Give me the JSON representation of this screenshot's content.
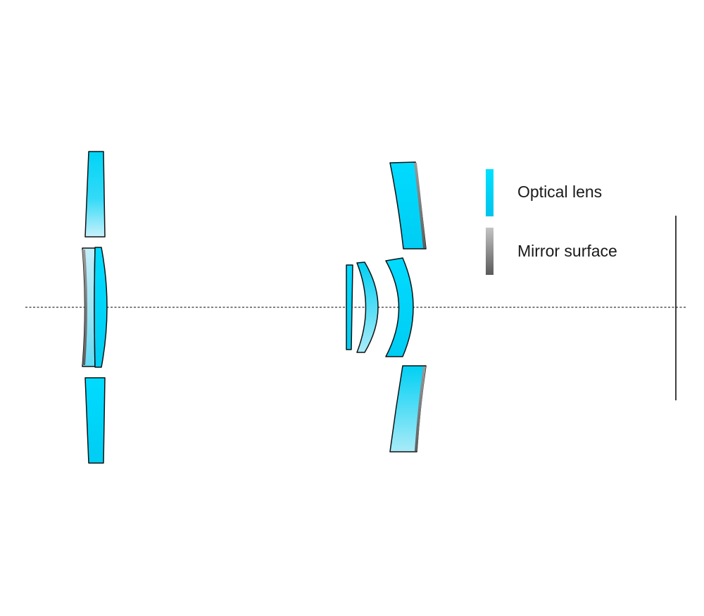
{
  "legend": {
    "items": [
      {
        "label": "Optical lens",
        "swatch": "lens-gradient",
        "color_top": "#00e1ff",
        "color_bottom": "#00c3ec"
      },
      {
        "label": "Mirror surface",
        "swatch": "mirror-gradient",
        "color_top": "#bdbdbd",
        "color_bottom": "#5e5e5e"
      }
    ]
  },
  "colors": {
    "lens_main": "#00d4f7",
    "lens_light": "#c8f1fb",
    "mirror_dark": "#6a6a6a",
    "mirror_light": "#bdbdbd",
    "outline": "#111111",
    "axis": "#000000"
  },
  "icons": {
    "optical_axis": "dashed-line",
    "image_plane": "vertical-line"
  }
}
